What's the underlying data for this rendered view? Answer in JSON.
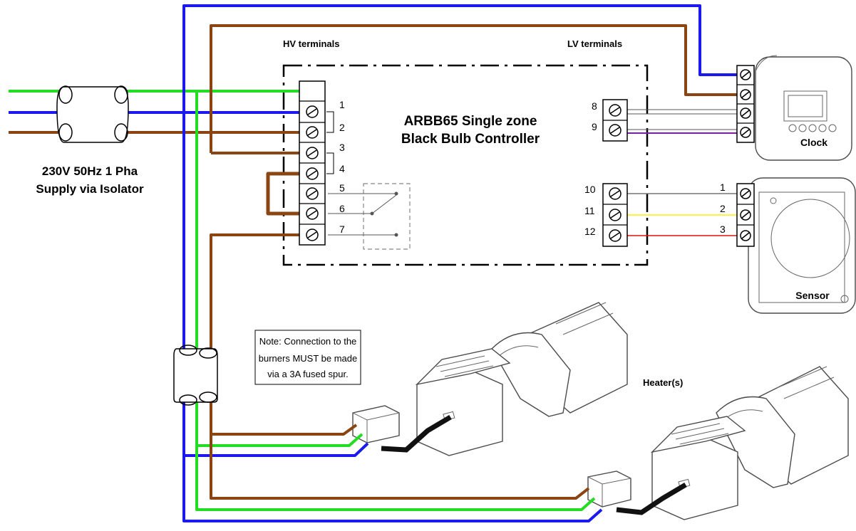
{
  "labels": {
    "hv_terminals": "HV terminals",
    "lv_terminals": "LV terminals",
    "controller_line1": "ARBB65 Single zone",
    "controller_line2": "Black Bulb Controller",
    "supply_line1": "230V 50Hz 1 Pha",
    "supply_line2": "Supply via Isolator",
    "clock": "Clock",
    "sensor": "Sensor",
    "heaters": "Heater(s)",
    "note_line1": "Note: Connection to the",
    "note_line2": "burners MUST be made",
    "note_line3": "via a 3A fused spur."
  },
  "hv_terminal_numbers": [
    "1",
    "2",
    "3",
    "4",
    "5",
    "6",
    "7"
  ],
  "lv_terminal_numbers": [
    "8",
    "9",
    "10",
    "11",
    "12"
  ],
  "sensor_terminal_numbers": [
    "1",
    "2",
    "3"
  ],
  "wire_colors": {
    "earth": "#22dd22",
    "neutral": "#1a1aee",
    "live": "#8b4513",
    "clock_signal": "#7a1fa2",
    "sensor_1": "#777777",
    "sensor_2": "#ffee00",
    "sensor_3": "#dd1111"
  }
}
